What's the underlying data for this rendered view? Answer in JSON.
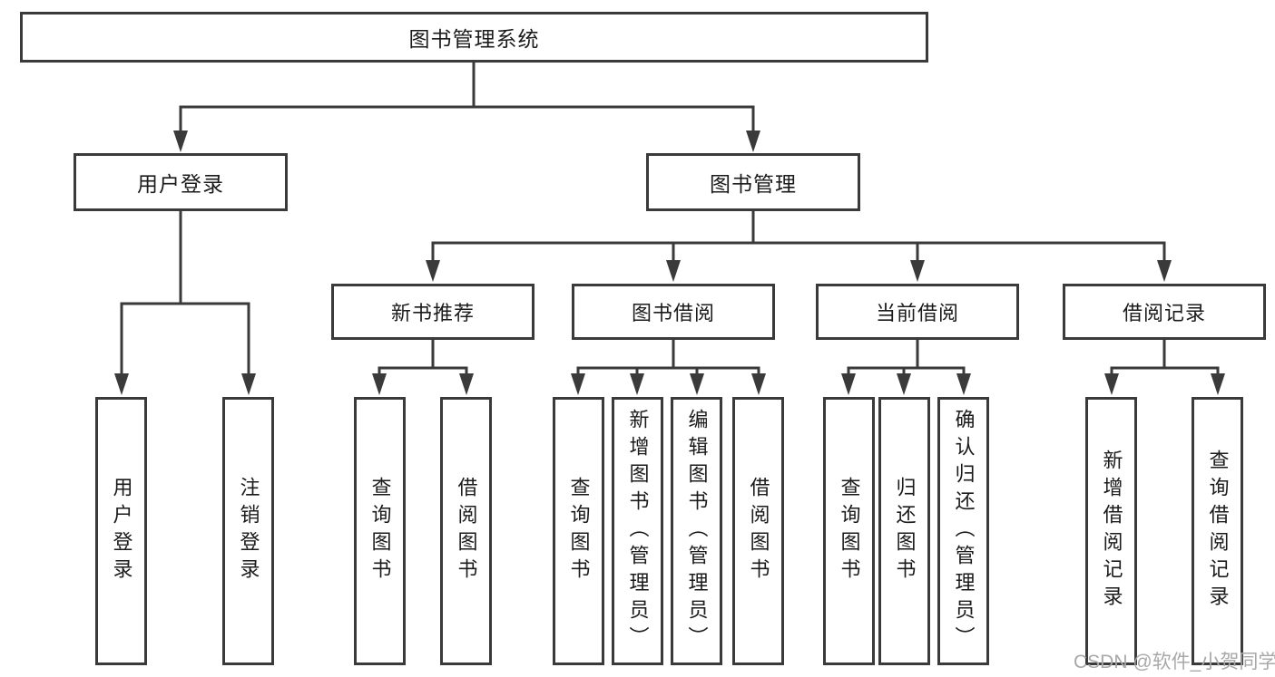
{
  "diagram_title": "图书管理系统",
  "tree": {
    "root": {
      "label": "图书管理系统"
    },
    "branches": [
      {
        "label": "用户登录",
        "children": [
          {
            "label": "用户登录"
          },
          {
            "label": "注销登录"
          }
        ]
      },
      {
        "label": "图书管理",
        "groups": [
          {
            "label": "新书推荐",
            "children": [
              {
                "label": "查询图书"
              },
              {
                "label": "借阅图书"
              }
            ]
          },
          {
            "label": "图书借阅",
            "children": [
              {
                "label": "查询图书"
              },
              {
                "label": "新增图书（管理员）"
              },
              {
                "label": "编辑图书（管理员）"
              },
              {
                "label": "借阅图书"
              }
            ]
          },
          {
            "label": "当前借阅",
            "children": [
              {
                "label": "查询图书"
              },
              {
                "label": "归还图书"
              },
              {
                "label": "确认归还（管理员）"
              }
            ]
          },
          {
            "label": "借阅记录",
            "children": [
              {
                "label": "新增借阅记录"
              },
              {
                "label": "查询借阅记录"
              }
            ]
          }
        ]
      }
    ]
  },
  "watermark": {
    "text": "CSDN @软件_小贺同学"
  },
  "colors": {
    "line": "#3a3a3a",
    "box_border": "#3a3a3a",
    "text": "#1b1b1b",
    "watermark": "#a8a8a8",
    "background": "#ffffff"
  }
}
